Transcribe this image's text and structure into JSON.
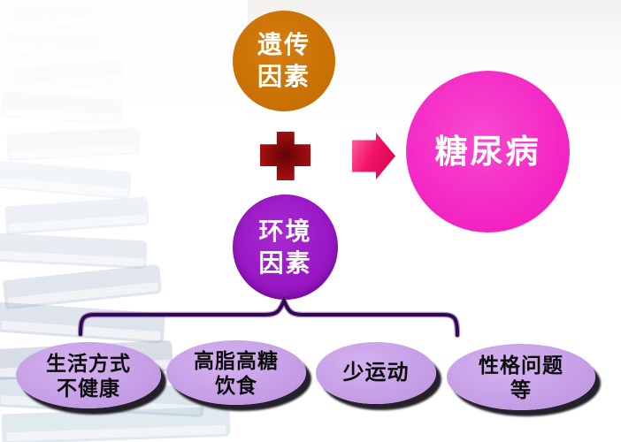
{
  "slide": {
    "description": "diabetes-causes-diagram",
    "nodes": {
      "genetic": {
        "label_line1": "遗传",
        "label_line2": "因素",
        "color": "#C66E00"
      },
      "environment": {
        "label_line1": "环境",
        "label_line2": "因素",
        "color": "#9212BD"
      },
      "diabetes": {
        "label": "糖尿病",
        "color": "#F21FC0"
      }
    },
    "operators": {
      "plus_color": "#8F0A0A",
      "arrow_color_start": "#FF66A8",
      "arrow_color_end": "#D60046"
    },
    "brace_color": "#30094E",
    "cause_fill": "#C198E4",
    "causes": [
      {
        "line1": "生活方式",
        "line2": "不健康"
      },
      {
        "line1": "高脂高糖",
        "line2": "饮食"
      },
      {
        "line1": "少运动"
      },
      {
        "line1": "性格问题",
        "line2": "等"
      }
    ]
  }
}
